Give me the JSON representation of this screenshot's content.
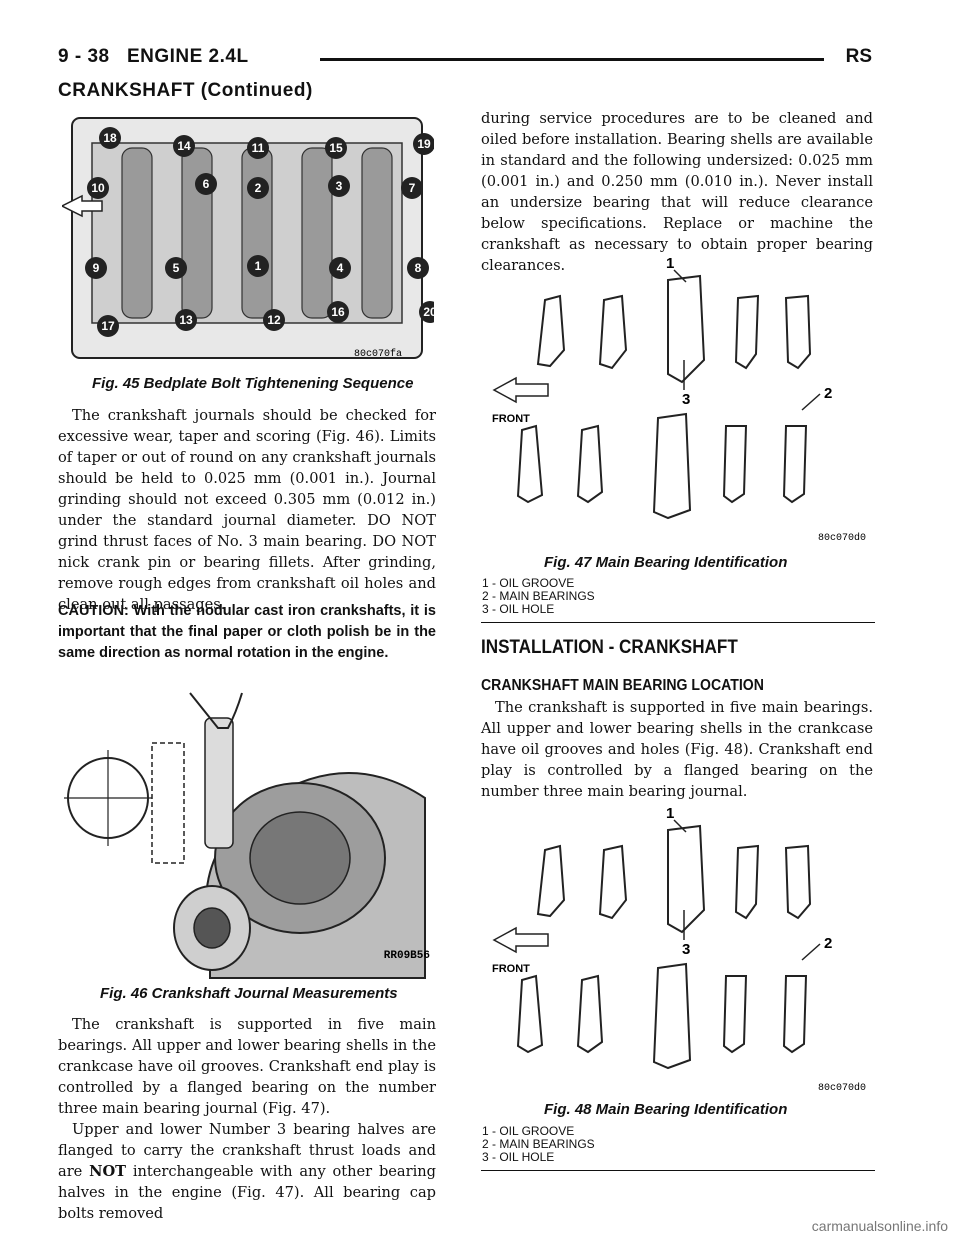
{
  "header": {
    "page_ref": "9 - 38",
    "section": "ENGINE 2.4L",
    "model": "RS",
    "continued": "CRANKSHAFT (Continued)"
  },
  "fig45": {
    "caption": "Fig. 45 Bedplate Bolt Tightenening Sequence",
    "code": "80c070fa",
    "bolt_numbers": [
      "18",
      "14",
      "11",
      "15",
      "19",
      "10",
      "6",
      "2",
      "3",
      "7",
      "9",
      "5",
      "1",
      "4",
      "8",
      "17",
      "13",
      "12",
      "16",
      "20"
    ]
  },
  "left_text": {
    "p1": "The crankshaft journals should be checked for excessive wear, taper and scoring (Fig. 46). Limits of taper or out of round on any crankshaft journals should be held to 0.025 mm (0.001 in.). Journal grinding should not exceed 0.305 mm (0.012 in.) under the standard journal diameter. DO NOT grind thrust faces of No. 3 main bearing. DO NOT nick crank pin or bearing fillets. After grinding, remove rough edges from crankshaft oil holes and clean out all passages.",
    "caution": "CAUTION: With the nodular cast iron crankshafts, it is important that the final paper or cloth polish be in the same direction as normal rotation in the engine.",
    "p2": "The crankshaft is supported in five main bearings. All upper and lower bearing shells in the crankcase have oil grooves. Crankshaft end play is controlled by a flanged bearing on the number three main bearing journal (Fig. 47).",
    "p3a": "Upper and lower Number 3 bearing halves are flanged to carry the crankshaft thrust loads and are ",
    "p3_bold": "NOT",
    "p3b": " interchangeable with any other bearing halves in the engine (Fig. 47). All bearing cap bolts removed"
  },
  "fig46": {
    "caption": "Fig. 46 Crankshaft Journal Measurements",
    "code": "RR09B56"
  },
  "right_text": {
    "p1": "during service procedures are to be cleaned and oiled before installation. Bearing shells are available in standard and the following undersized: 0.025 mm (0.001 in.) and 0.250 mm (0.010 in.). Never install an undersize bearing that will reduce clearance below specifications. Replace or machine the crankshaft as necessary to obtain proper bearing clearances."
  },
  "fig47": {
    "caption": "Fig. 47 Main Bearing Identification",
    "code": "80c070d0",
    "front_label": "FRONT",
    "callouts": [
      "1",
      "2",
      "3"
    ],
    "legend": [
      "1 - OIL GROOVE",
      "2 - MAIN BEARINGS",
      "3 - OIL HOLE"
    ]
  },
  "installation": {
    "heading": "INSTALLATION - CRANKSHAFT",
    "subheading": "CRANKSHAFT MAIN BEARING LOCATION",
    "p1": "The crankshaft is supported in five main bearings. All upper and lower bearing shells in the crankcase have oil grooves and holes (Fig. 48). Crankshaft end play is controlled by a flanged bearing on the number three main bearing journal."
  },
  "fig48": {
    "caption": "Fig. 48 Main Bearing Identification",
    "code": "80c070d0",
    "front_label": "FRONT",
    "callouts": [
      "1",
      "2",
      "3"
    ],
    "legend": [
      "1 - OIL GROOVE",
      "2 - MAIN BEARINGS",
      "3 - OIL HOLE"
    ]
  },
  "watermark": "carmanualsonline.info"
}
